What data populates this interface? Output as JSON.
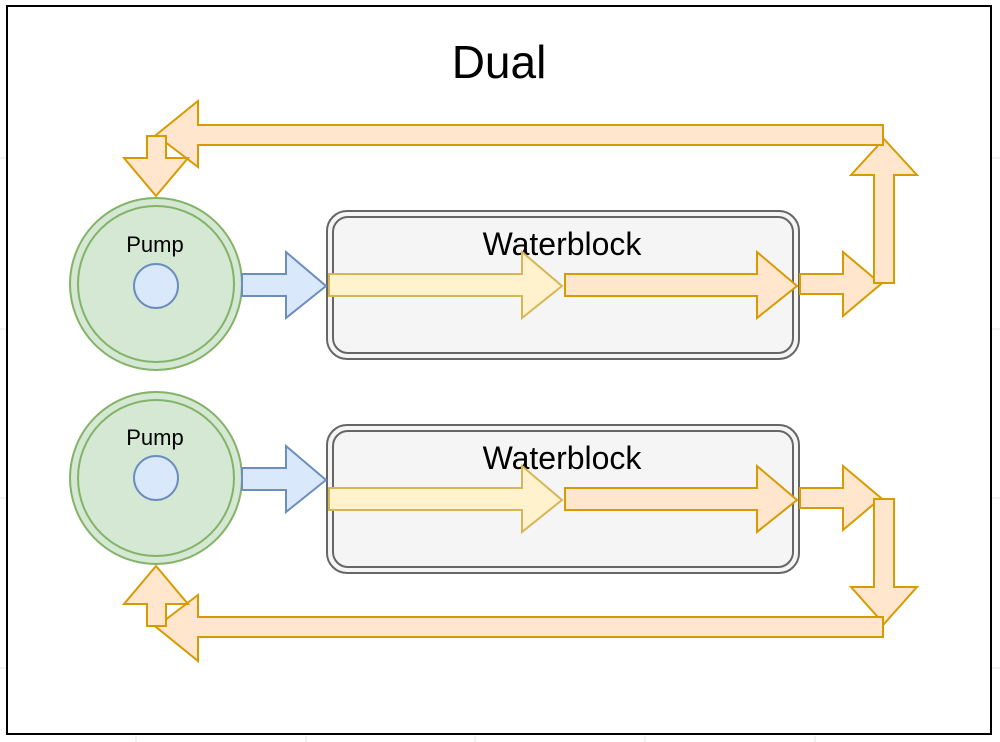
{
  "diagram": {
    "title": "Dual",
    "loops": [
      {
        "pump_label": "Pump",
        "block_label": "Waterblock"
      },
      {
        "pump_label": "Pump",
        "block_label": "Waterblock"
      }
    ]
  },
  "colors": {
    "frame_border": "#000000",
    "pump_fill": "#d5e8d4",
    "pump_stroke": "#82b366",
    "impeller_fill": "#dae8fc",
    "impeller_stroke": "#6c8ebf",
    "block_fill": "#f5f5f5",
    "block_stroke": "#666666",
    "arrow_blue_fill": "#dae8fc",
    "arrow_blue_stroke": "#6c8ebf",
    "arrow_yellow_fill": "#fff2cc",
    "arrow_yellow_stroke": "#d6b656",
    "arrow_orange_fill": "#ffe6cc",
    "arrow_orange_stroke": "#d79b00",
    "grid_line": "#e6e6e6"
  }
}
